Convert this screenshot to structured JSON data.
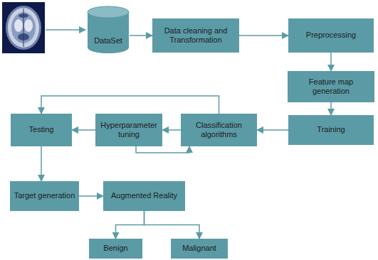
{
  "diagram": {
    "nodes": [
      {
        "text": [
          "DataSet"
        ]
      },
      {
        "text": [
          "Data cleaning and Transformation"
        ]
      },
      {
        "text": [
          "Preprocessing"
        ]
      },
      {
        "text": [
          "Feature map generation"
        ]
      },
      {
        "text": [
          "Training"
        ]
      },
      {
        "text": [
          "Classification algorithms"
        ]
      },
      {
        "text": [
          "Hyperparameter tuning"
        ]
      },
      {
        "text": [
          "Testing"
        ]
      },
      {
        "text": [
          "Target generation"
        ]
      },
      {
        "text": [
          "Augmented Reality"
        ]
      },
      {
        "text": [
          "Benign"
        ]
      },
      {
        "text": [
          "Malignant"
        ]
      }
    ],
    "edges": [
      {
        "from": 0,
        "to": 1,
        "arrow": "to"
      },
      {
        "from": 1,
        "to": 2,
        "arrow": "to"
      },
      {
        "from": 2,
        "to": 3,
        "arrow": "to"
      },
      {
        "from": 3,
        "to": 4,
        "arrow": "to"
      },
      {
        "from": 4,
        "to": 5,
        "arrow": "to"
      },
      {
        "from": 5,
        "to": 6,
        "arrow": "to"
      },
      {
        "from": 6,
        "to": 5,
        "arrow": "to"
      },
      {
        "from": 5,
        "to": 7,
        "arrow": "to"
      },
      {
        "from": 6,
        "to": 7,
        "arrow": "to"
      },
      {
        "from": 7,
        "to": 8,
        "arrow": "to"
      },
      {
        "from": 8,
        "to": 9,
        "arrow": "to"
      },
      {
        "from": 9,
        "to": 10,
        "arrow": "to"
      },
      {
        "from": 9,
        "to": 11,
        "arrow": "to"
      }
    ]
  }
}
